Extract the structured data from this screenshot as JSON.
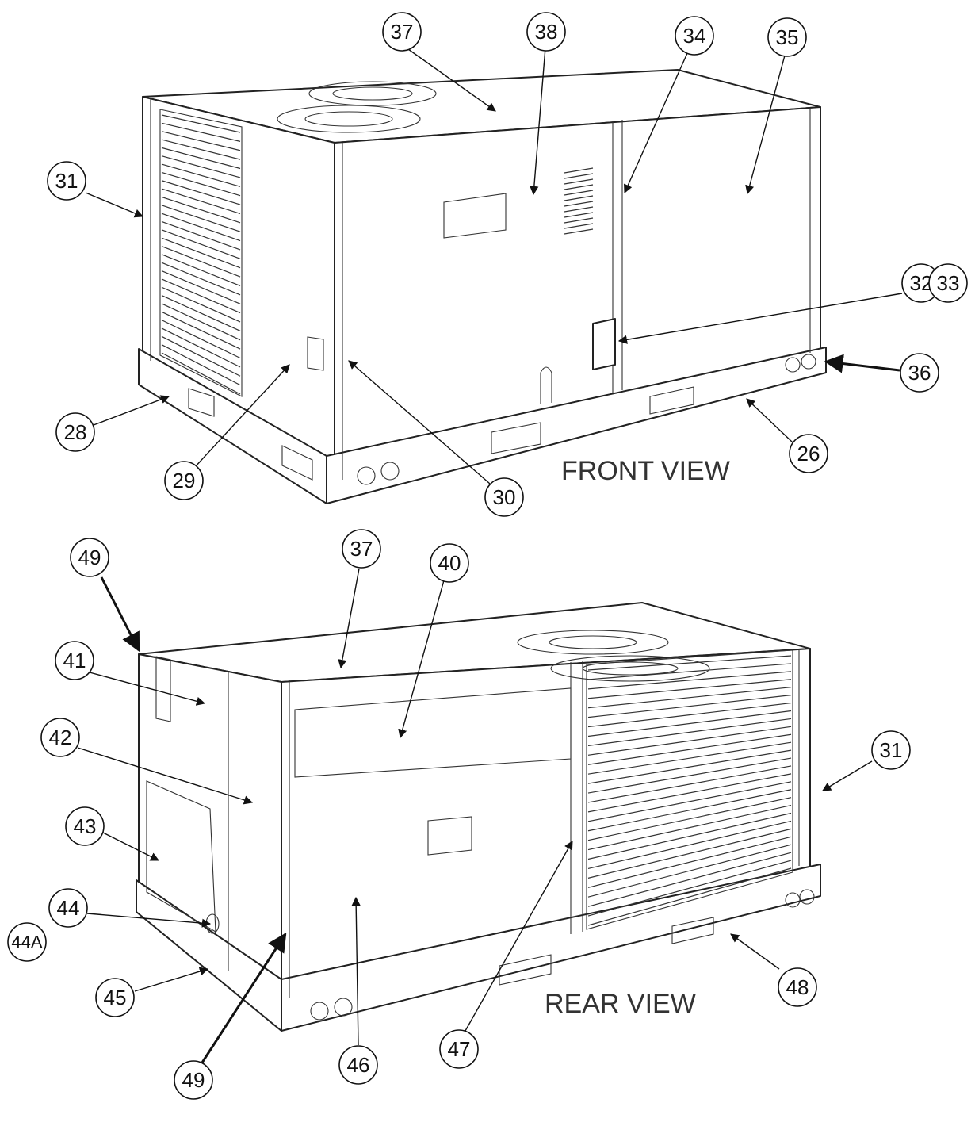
{
  "views": {
    "front": {
      "title": "FRONT VIEW",
      "callouts": [
        {
          "label": "37"
        },
        {
          "label": "38"
        },
        {
          "label": "34"
        },
        {
          "label": "35"
        },
        {
          "label": "31"
        },
        {
          "label": "32"
        },
        {
          "label": "33"
        },
        {
          "label": "36"
        },
        {
          "label": "28"
        },
        {
          "label": "29"
        },
        {
          "label": "30"
        },
        {
          "label": "26"
        }
      ]
    },
    "rear": {
      "title": "REAR VIEW",
      "callouts": [
        {
          "label": "49"
        },
        {
          "label": "37"
        },
        {
          "label": "40"
        },
        {
          "label": "41"
        },
        {
          "label": "42"
        },
        {
          "label": "31"
        },
        {
          "label": "43"
        },
        {
          "label": "44"
        },
        {
          "label": "44A"
        },
        {
          "label": "45"
        },
        {
          "label": "48"
        },
        {
          "label": "47"
        },
        {
          "label": "46"
        },
        {
          "label": "49"
        }
      ]
    }
  }
}
